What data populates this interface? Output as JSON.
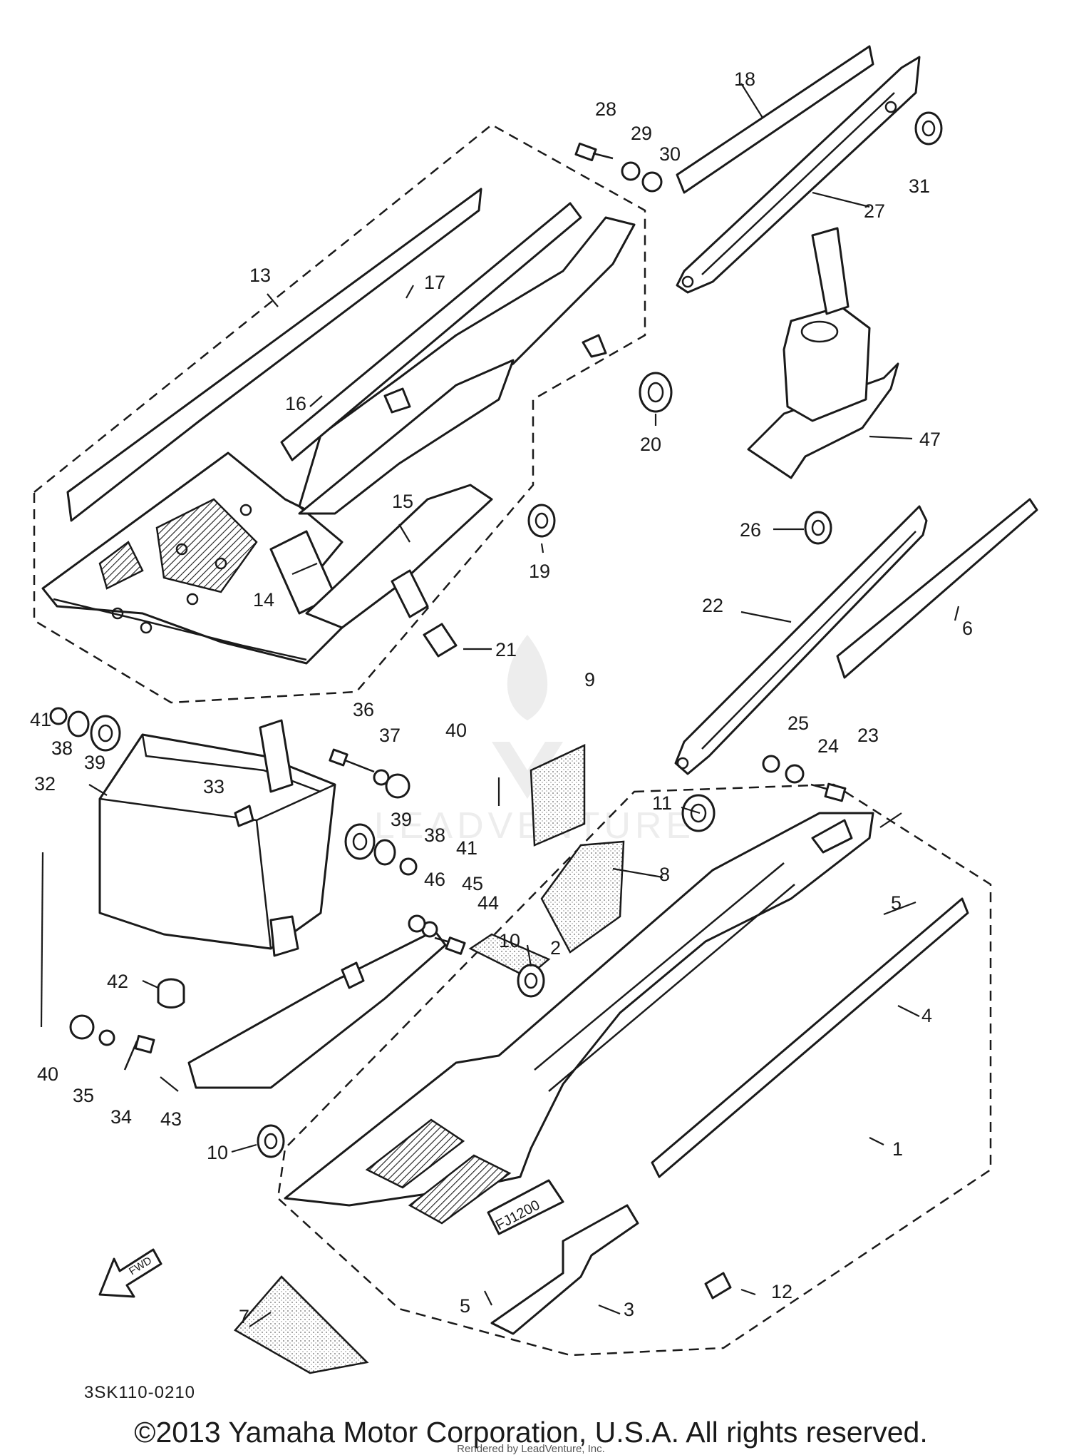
{
  "diagram": {
    "code": "3SK110-0210",
    "copyright": "©2013 Yamaha Motor Corporation, U.S.A. All rights reserved.",
    "watermark_text": "LEADVENTURE",
    "watermark_subtext": "Rendered by LeadVenture, Inc.",
    "fwd_label": "FWD",
    "callouts": [
      {
        "id": "1",
        "label": "1"
      },
      {
        "id": "2",
        "label": "2"
      },
      {
        "id": "3",
        "label": "3"
      },
      {
        "id": "4",
        "label": "4"
      },
      {
        "id": "5a",
        "label": "5"
      },
      {
        "id": "5b",
        "label": "5"
      },
      {
        "id": "6",
        "label": "6"
      },
      {
        "id": "7",
        "label": "7"
      },
      {
        "id": "8",
        "label": "8"
      },
      {
        "id": "9",
        "label": "9"
      },
      {
        "id": "10a",
        "label": "10"
      },
      {
        "id": "10b",
        "label": "10"
      },
      {
        "id": "11",
        "label": "11"
      },
      {
        "id": "12",
        "label": "12"
      },
      {
        "id": "13",
        "label": "13"
      },
      {
        "id": "14",
        "label": "14"
      },
      {
        "id": "15",
        "label": "15"
      },
      {
        "id": "16",
        "label": "16"
      },
      {
        "id": "17",
        "label": "17"
      },
      {
        "id": "18",
        "label": "18"
      },
      {
        "id": "19",
        "label": "19"
      },
      {
        "id": "20",
        "label": "20"
      },
      {
        "id": "21",
        "label": "21"
      },
      {
        "id": "22",
        "label": "22"
      },
      {
        "id": "23",
        "label": "23"
      },
      {
        "id": "24",
        "label": "24"
      },
      {
        "id": "25",
        "label": "25"
      },
      {
        "id": "26",
        "label": "26"
      },
      {
        "id": "27",
        "label": "27"
      },
      {
        "id": "28",
        "label": "28"
      },
      {
        "id": "29",
        "label": "29"
      },
      {
        "id": "30",
        "label": "30"
      },
      {
        "id": "31",
        "label": "31"
      },
      {
        "id": "32",
        "label": "32"
      },
      {
        "id": "33",
        "label": "33"
      },
      {
        "id": "34",
        "label": "34"
      },
      {
        "id": "35",
        "label": "35"
      },
      {
        "id": "36",
        "label": "36"
      },
      {
        "id": "37",
        "label": "37"
      },
      {
        "id": "38a",
        "label": "38"
      },
      {
        "id": "38b",
        "label": "38"
      },
      {
        "id": "39a",
        "label": "39"
      },
      {
        "id": "39b",
        "label": "39"
      },
      {
        "id": "40a",
        "label": "40"
      },
      {
        "id": "40b",
        "label": "40"
      },
      {
        "id": "41a",
        "label": "41"
      },
      {
        "id": "41b",
        "label": "41"
      },
      {
        "id": "42",
        "label": "42"
      },
      {
        "id": "43",
        "label": "43"
      },
      {
        "id": "44",
        "label": "44"
      },
      {
        "id": "45",
        "label": "45"
      },
      {
        "id": "46",
        "label": "46"
      },
      {
        "id": "47",
        "label": "47"
      }
    ]
  }
}
